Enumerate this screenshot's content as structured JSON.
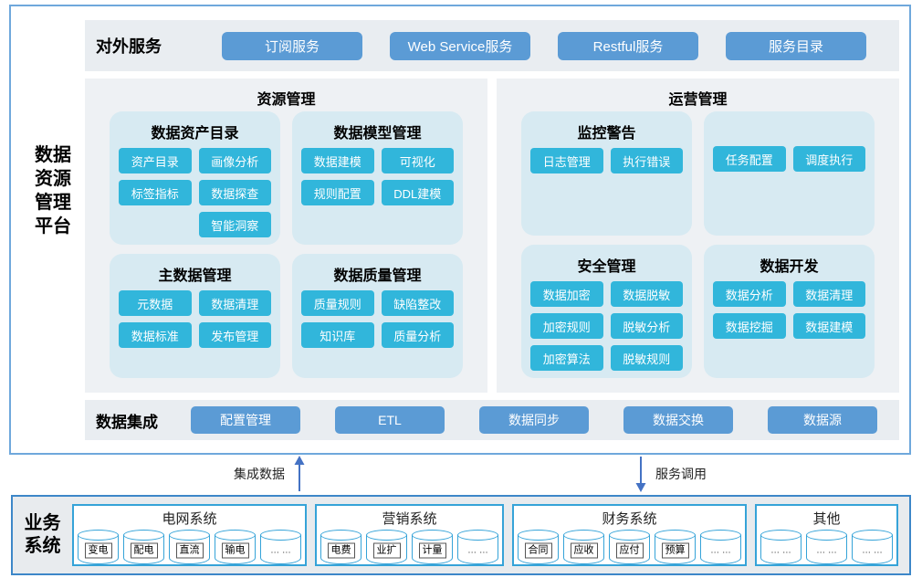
{
  "platform": {
    "side_title_lines": [
      "数据",
      "资源",
      "管理",
      "平台"
    ]
  },
  "external": {
    "label": "对外服务",
    "buttons": [
      "订阅服务",
      "Web Service服务",
      "Restful服务",
      "服务目录"
    ]
  },
  "resource": {
    "title": "资源管理",
    "groups": [
      {
        "title": "数据资产目录",
        "buttons": [
          "资产目录",
          "画像分析",
          "标签指标",
          "数据探查",
          "智能洞察"
        ]
      },
      {
        "title": "数据模型管理",
        "buttons": [
          "数据建模",
          "可视化",
          "规则配置",
          "DDL建模"
        ]
      },
      {
        "title": "主数据管理",
        "buttons": [
          "元数据",
          "数据清理",
          "数据标准",
          "发布管理"
        ]
      },
      {
        "title": "数据质量管理",
        "buttons": [
          "质量规则",
          "缺陷整改",
          "知识库",
          "质量分析"
        ]
      }
    ]
  },
  "operation": {
    "title": "运营管理",
    "groups": [
      {
        "title": "监控警告",
        "buttons": [
          "日志管理",
          "执行错误"
        ]
      },
      {
        "title": "",
        "buttons": [
          "任务配置",
          "调度执行"
        ]
      },
      {
        "title": "安全管理",
        "buttons": [
          "数据加密",
          "数据脱敏",
          "加密规则",
          "脱敏分析",
          "加密算法",
          "脱敏规则"
        ]
      },
      {
        "title": "数据开发",
        "buttons": [
          "数据分析",
          "数据清理",
          "数据挖掘",
          "数据建模"
        ]
      }
    ]
  },
  "integration": {
    "label": "数据集成",
    "buttons": [
      "配置管理",
      "ETL",
      "数据同步",
      "数据交换",
      "数据源"
    ]
  },
  "flows": {
    "up_label": "集成数据",
    "down_label": "服务调用"
  },
  "business": {
    "label_lines": [
      "业务",
      "系统"
    ],
    "systems": [
      {
        "title": "电网系统",
        "items": [
          "变电",
          "配电",
          "直流",
          "输电",
          "… …"
        ]
      },
      {
        "title": "营销系统",
        "items": [
          "电费",
          "业扩",
          "计量",
          "… …"
        ]
      },
      {
        "title": "财务系统",
        "items": [
          "合同",
          "应收",
          "应付",
          "预算",
          "… …"
        ]
      },
      {
        "title": "其他",
        "items": [
          "… …",
          "… …",
          "… …"
        ]
      }
    ]
  },
  "colors": {
    "primary_blue": "#5b9bd5",
    "cyan_button": "#31b6db",
    "subpanel_bg": "#d7eaf2",
    "panel_bg": "#eef1f4",
    "strip_bg": "#e9edf1",
    "platform_border": "#6fa8dc",
    "business_border": "#3d87c8",
    "system_border": "#35a3d8",
    "arrow_blue": "#4472c4"
  }
}
